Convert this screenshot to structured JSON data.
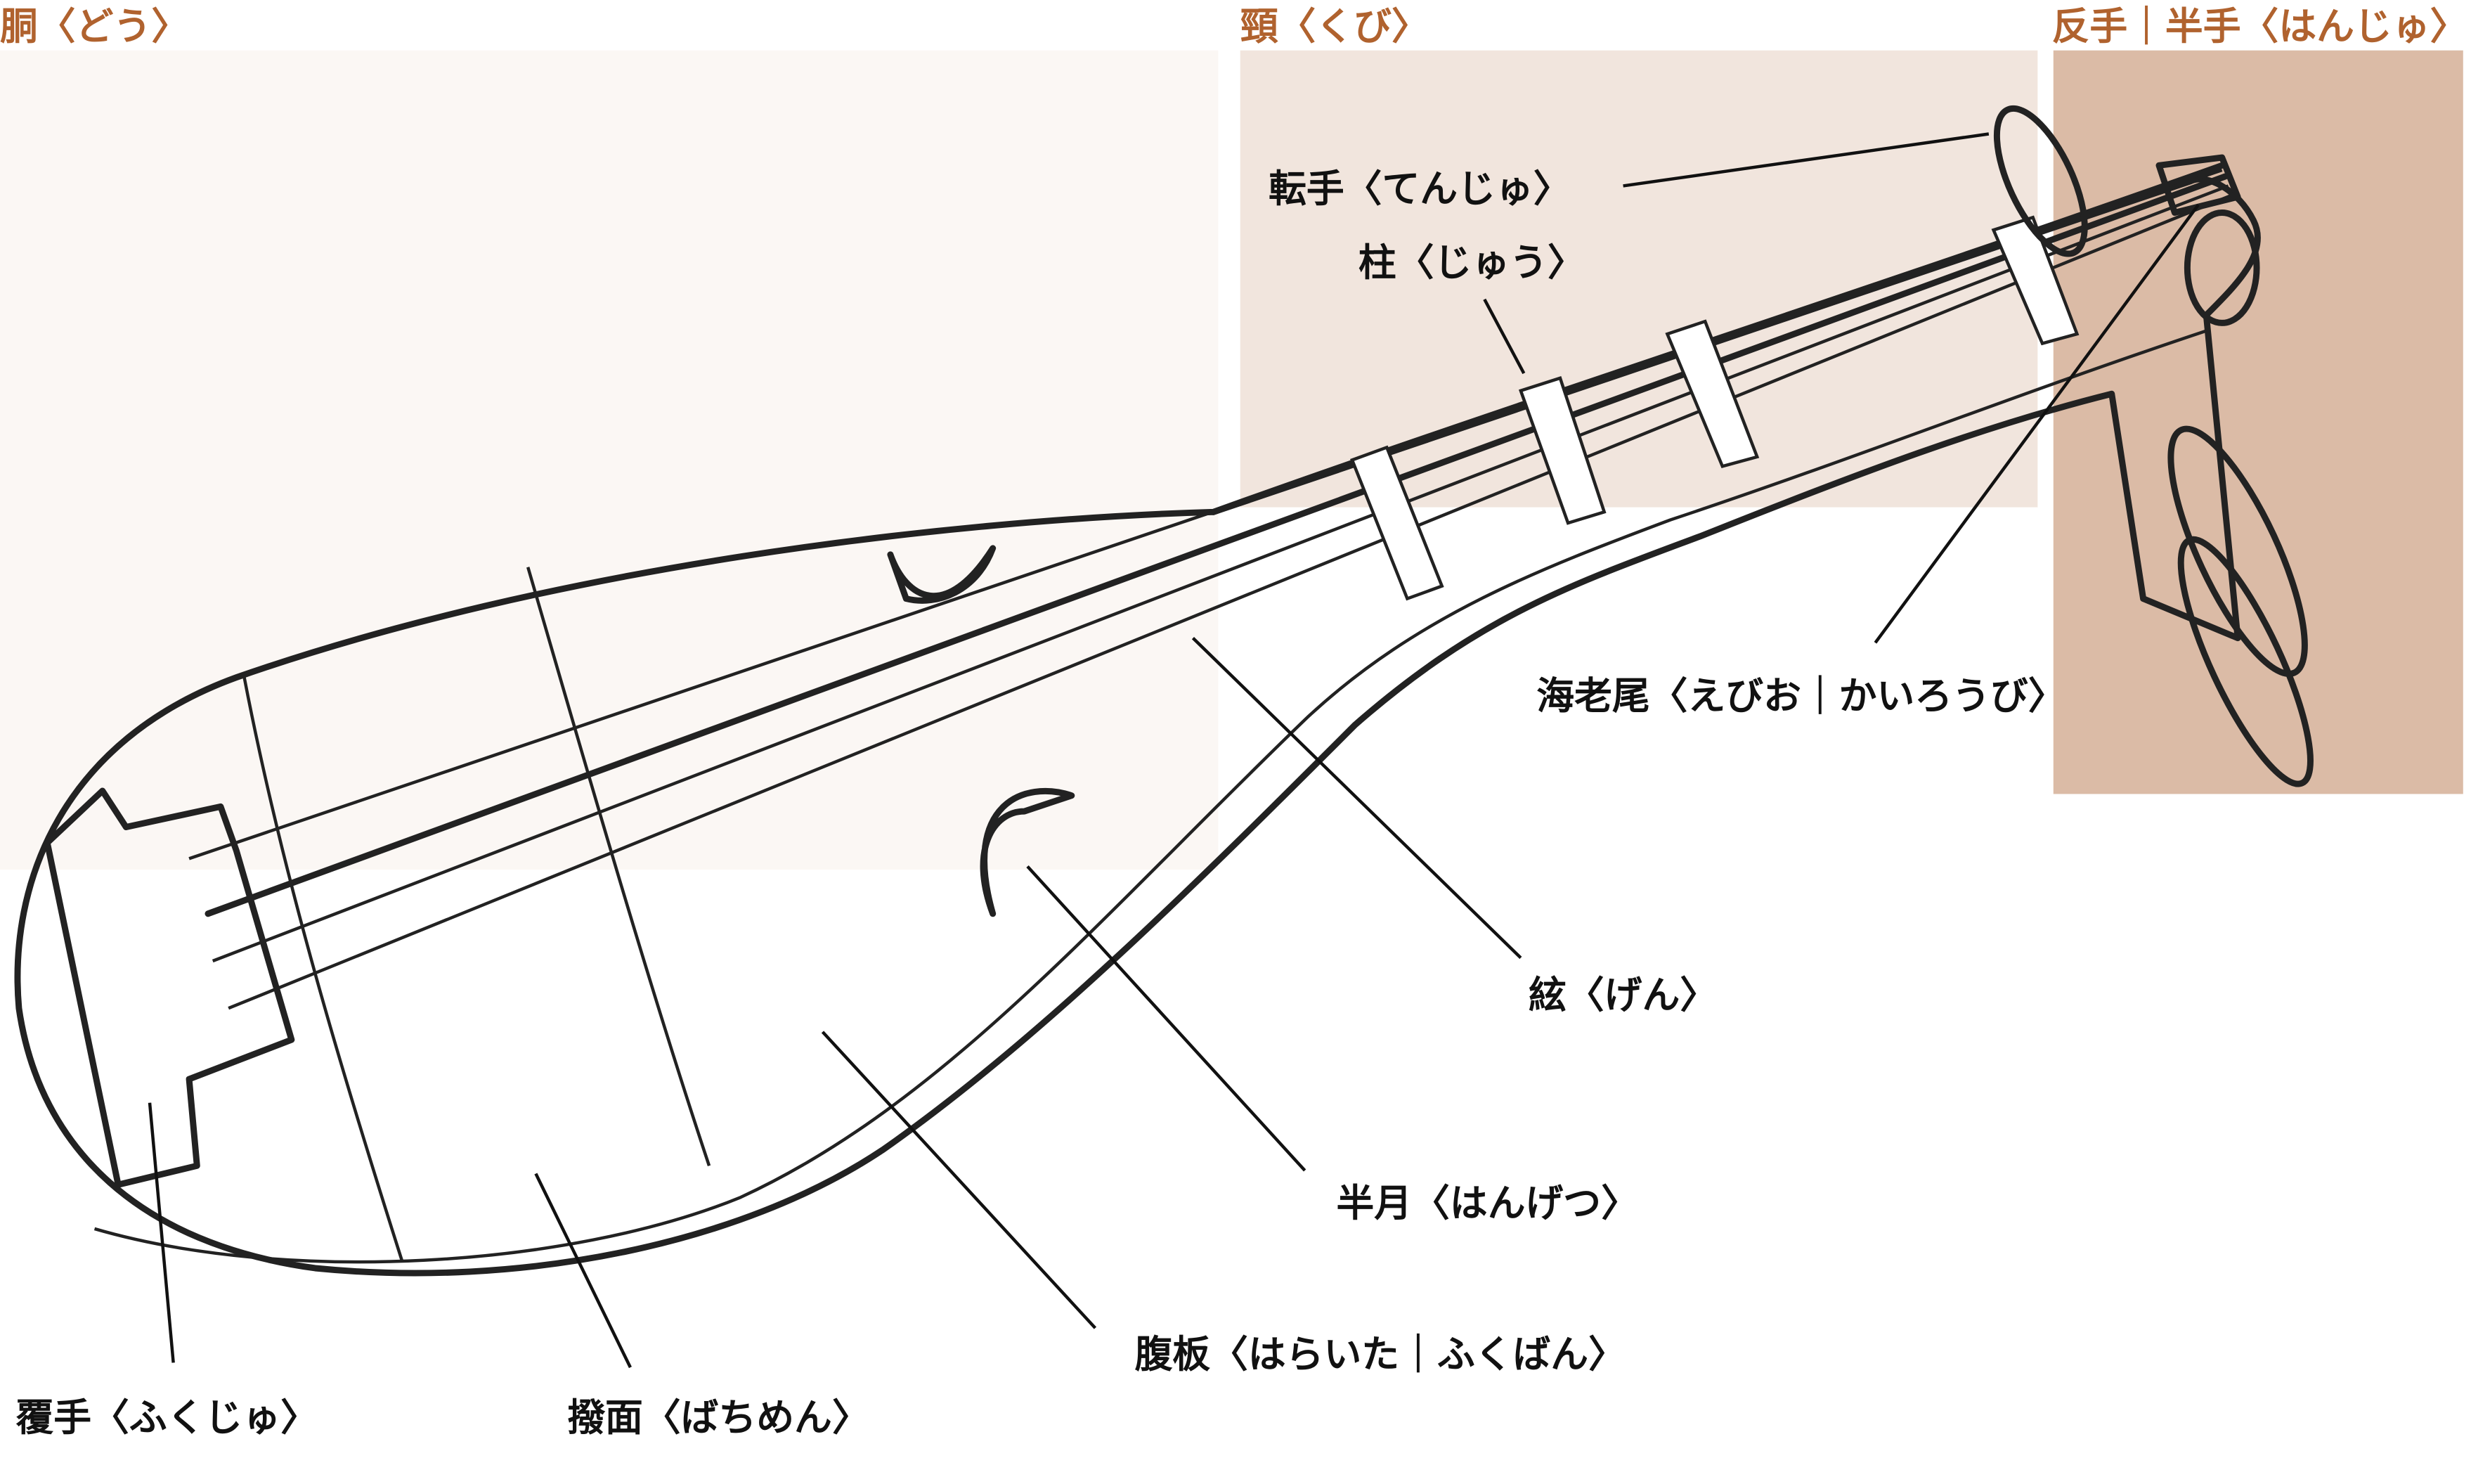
{
  "regions": {
    "body": {
      "title": "胴〈どう〉",
      "color": "#fbf7f4"
    },
    "neck": {
      "title": "頸〈くび〉",
      "color": "#f1e5dd"
    },
    "head": {
      "title": "反手｜半手〈はんじゅ〉",
      "color": "#dbbba6"
    }
  },
  "title_color": "#b0622e",
  "labels": {
    "tenju": "転手〈てんじゅ〉",
    "ju": "柱〈じゅう〉",
    "ebio": "海老尾〈えびお｜かいろうび〉",
    "gen": "絃〈げん〉",
    "hangetsu": "半月〈はんげつ〉",
    "haraita": "腹板〈はらいた｜ふくばん〉",
    "fukuju": "覆手〈ふくじゅ〉",
    "bachimen": "撥面〈ばちめん〉"
  }
}
